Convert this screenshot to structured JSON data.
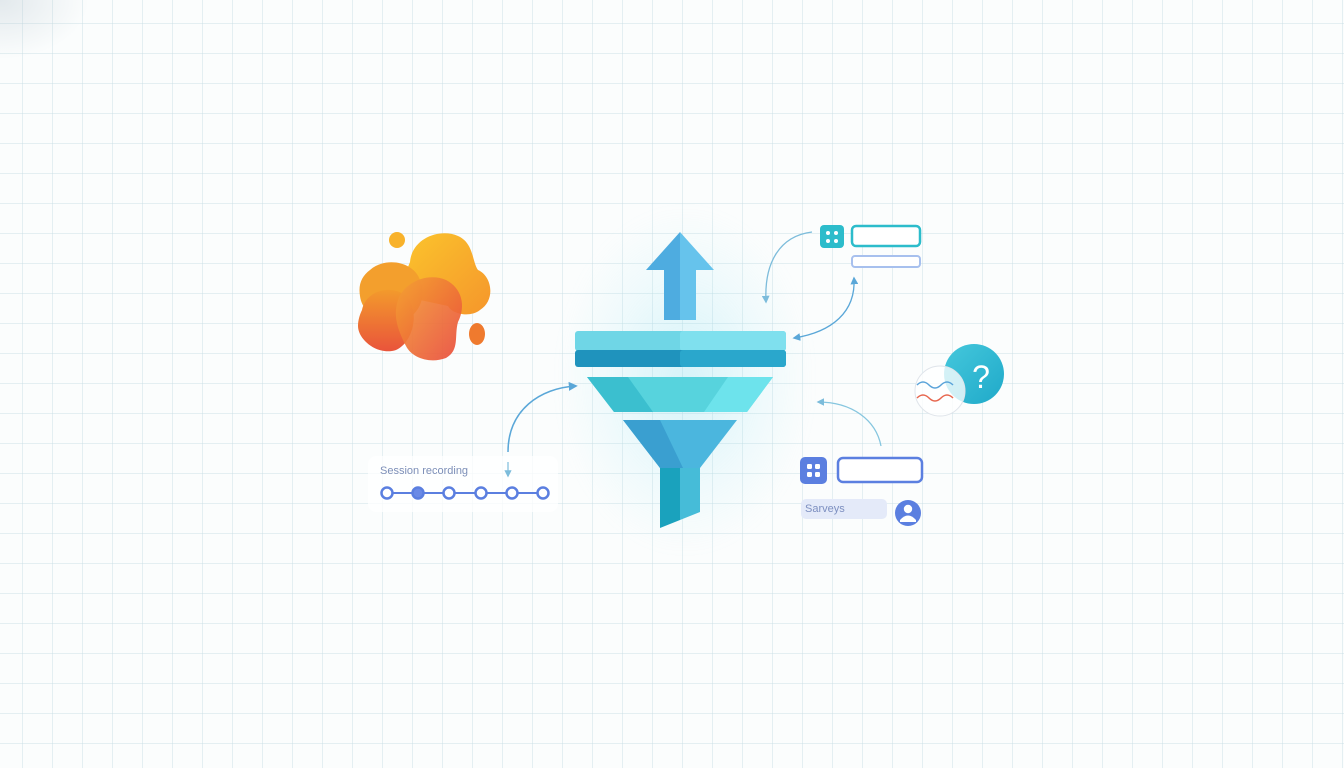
{
  "diagram": {
    "title": "",
    "center": {
      "element": "funnel",
      "icon": "funnel-icon",
      "accent_icon": "arrow-up-icon",
      "colors": {
        "funnel_top_light": "#6fd6e6",
        "funnel_top_dark": "#1f93bd",
        "funnel_mid": "#57d3dd",
        "funnel_bottom": "#4bb6de",
        "arrow": "#55b4e6"
      }
    },
    "nodes": [
      {
        "id": "heatmap-blob",
        "icon": "heatmap-blob-icon",
        "colors": [
          "#f9b92c",
          "#f4882a",
          "#e94a3b"
        ]
      },
      {
        "id": "session-recording",
        "label": "Session recording",
        "icon": "timeline-icon",
        "steps": 6,
        "active_step": 2,
        "color": "#5b7fe0"
      },
      {
        "id": "form-top",
        "icon": "grid-app-icon",
        "color": "#2cbccb",
        "fields": 2
      },
      {
        "id": "feedback",
        "icon": "question-icon",
        "secondary_icon": "wave-signal-icon",
        "colors": [
          "#2cb8d4",
          "#5aa3d9",
          "#e7664e"
        ]
      },
      {
        "id": "surveys",
        "label": "Sarveys",
        "icon": "grid-app-icon",
        "avatar_icon": "user-avatar-icon",
        "color": "#5b7fe0"
      }
    ],
    "connectors": [
      {
        "from": "session-recording",
        "to": "funnel",
        "icon": "curved-arrow-icon"
      },
      {
        "from": "form-top",
        "to": "funnel",
        "icon": "curved-arrow-icon"
      },
      {
        "from": "funnel",
        "to": "form-top",
        "icon": "curved-arrow-icon"
      },
      {
        "from": "surveys",
        "to": "funnel",
        "icon": "curved-arrow-icon"
      }
    ],
    "grid_color": "#c8dee4",
    "background": "#fbfdfd"
  }
}
